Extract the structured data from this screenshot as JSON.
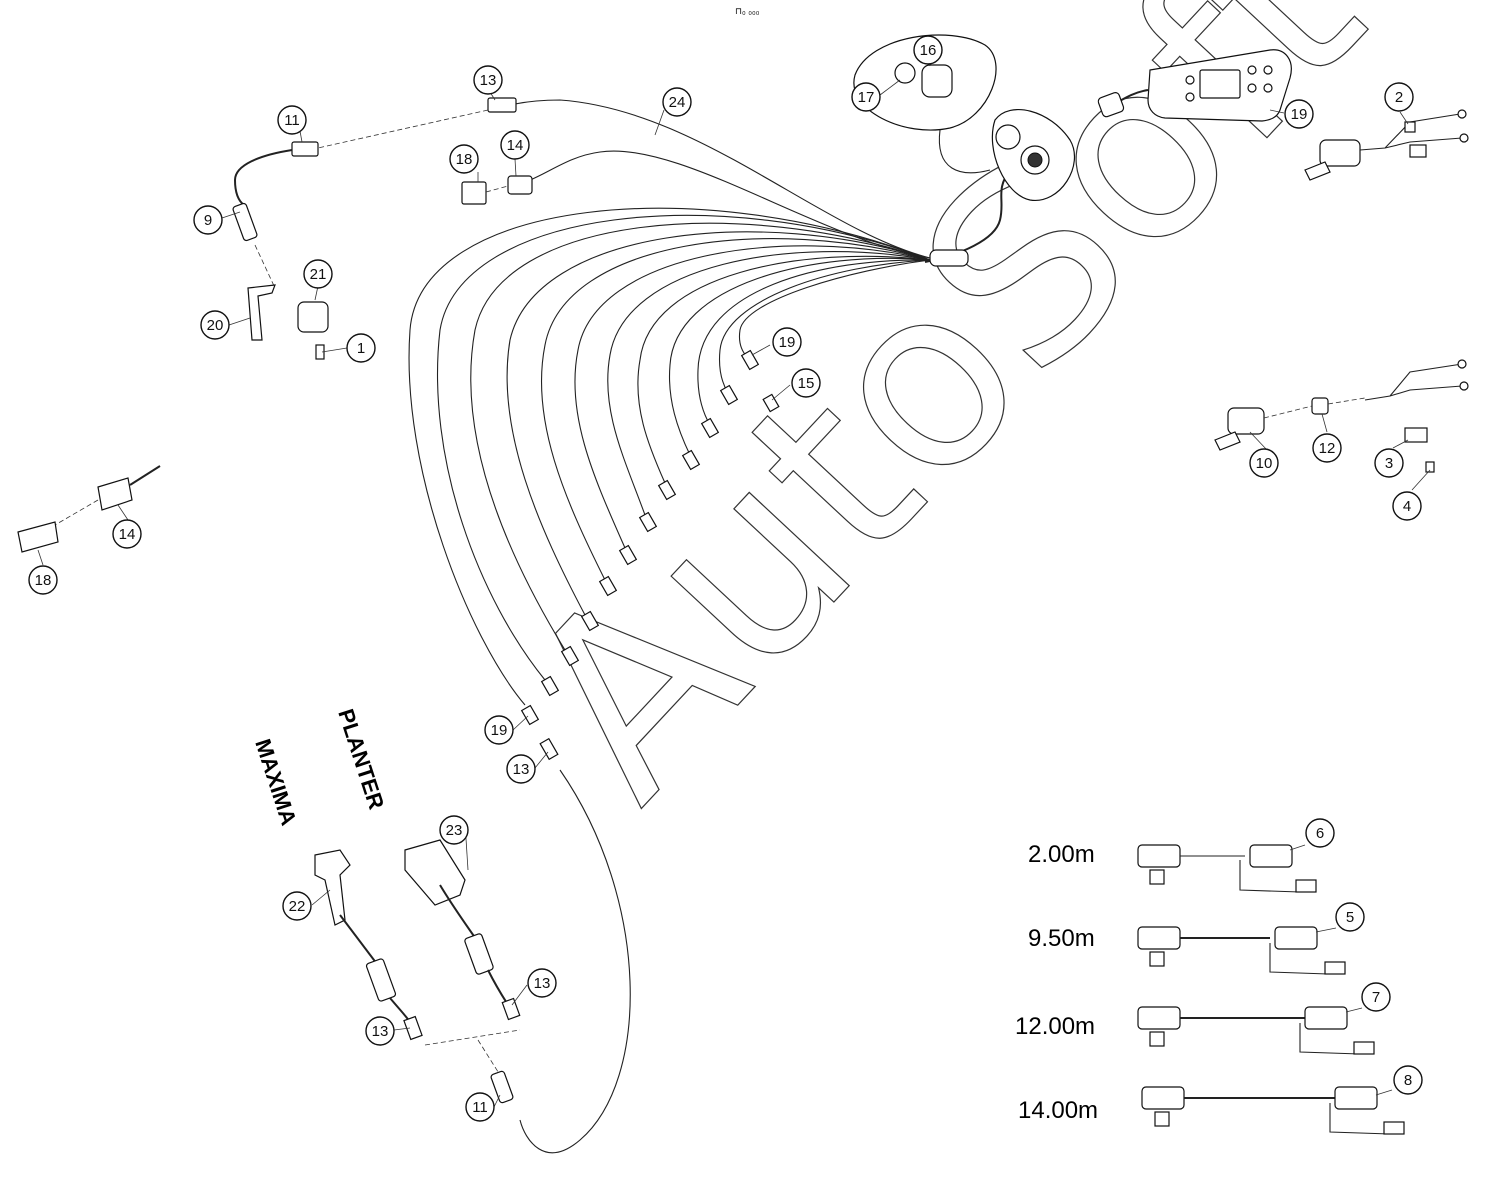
{
  "header_mark": "⊓₀ ₀₀₀",
  "watermark": "AutoSoft",
  "labels": {
    "planter": "PLANTER",
    "maxima": "MAXIMA"
  },
  "lengths": [
    {
      "text": "2.00m",
      "callout": "6"
    },
    {
      "text": "9.50m",
      "callout": "5"
    },
    {
      "text": "12.00m",
      "callout": "7"
    },
    {
      "text": "14.00m",
      "callout": "8"
    }
  ],
  "callouts": [
    "1",
    "2",
    "3",
    "4",
    "5",
    "6",
    "7",
    "8",
    "9",
    "10",
    "11",
    "12",
    "13",
    "14",
    "15",
    "16",
    "17",
    "18",
    "19",
    "20",
    "21",
    "22",
    "23",
    "24"
  ]
}
